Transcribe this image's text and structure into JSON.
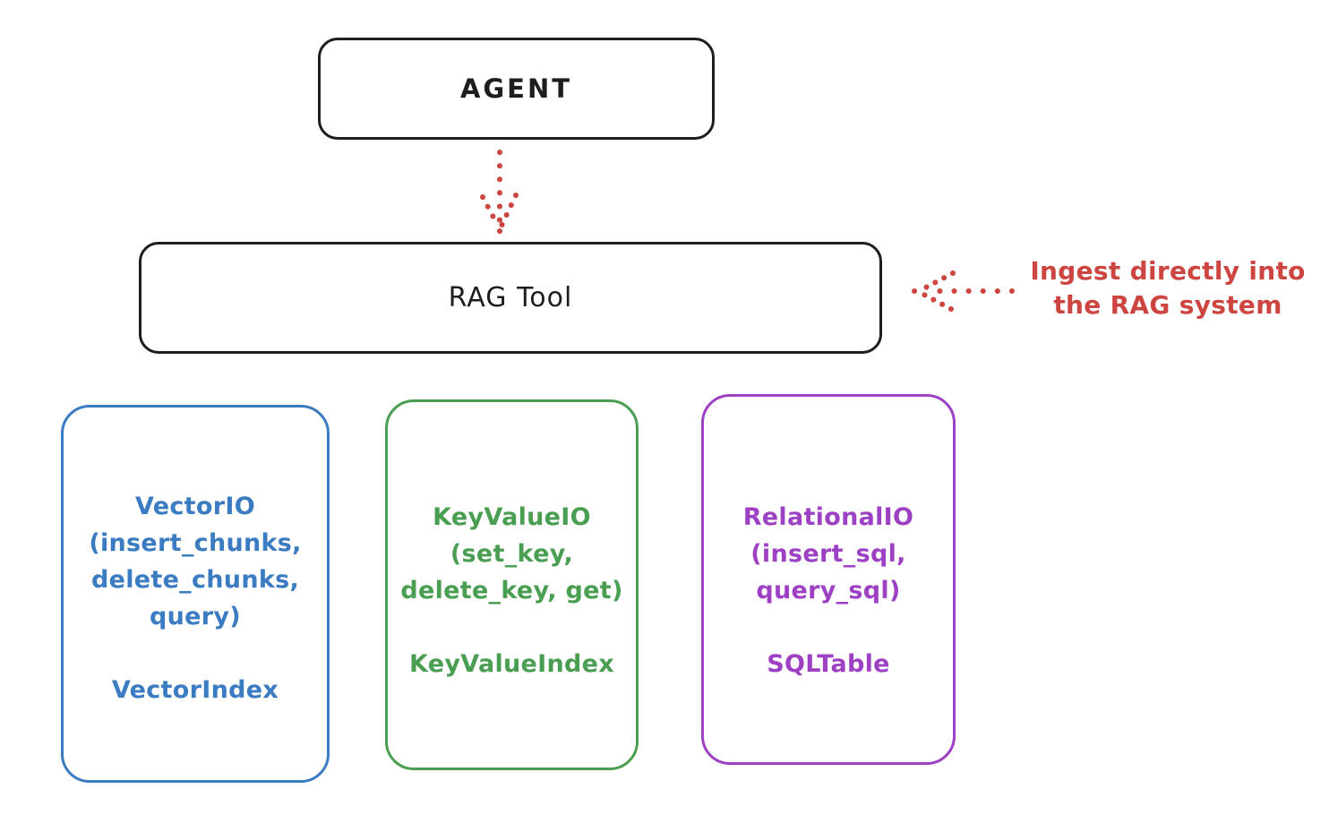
{
  "colors": {
    "ink": "#1e1e1e",
    "red": "#cd4540",
    "blue": "#3a7bc2",
    "green": "#4a9e52",
    "purple": "#9d40c4",
    "background": "#ffffff"
  },
  "nodes": {
    "agent": {
      "label": "AGENT"
    },
    "rag_tool": {
      "label": "RAG Tool"
    }
  },
  "annotation": {
    "line1": "Ingest directly into",
    "line2": "the RAG system"
  },
  "arrows": [
    {
      "name": "agent-to-rag-tool",
      "style": "dotted",
      "color": "#cd4540",
      "direction": "down"
    },
    {
      "name": "ingest-into-rag-tool",
      "style": "dotted",
      "color": "#cd4540",
      "direction": "left"
    }
  ],
  "cards": [
    {
      "id": "vector-io",
      "color": "#3a7bc2",
      "lines": [
        "VectorIO",
        "(insert_chunks,",
        "delete_chunks,",
        "query)"
      ],
      "index_label": "VectorIndex"
    },
    {
      "id": "keyvalue-io",
      "color": "#4a9e52",
      "lines": [
        "KeyValueIO",
        "(set_key,",
        "delete_key, get)"
      ],
      "index_label": "KeyValueIndex"
    },
    {
      "id": "relational-io",
      "color": "#9d40c4",
      "lines": [
        "RelationalIO",
        "(insert_sql,",
        "query_sql)"
      ],
      "index_label": "SQLTable"
    }
  ]
}
